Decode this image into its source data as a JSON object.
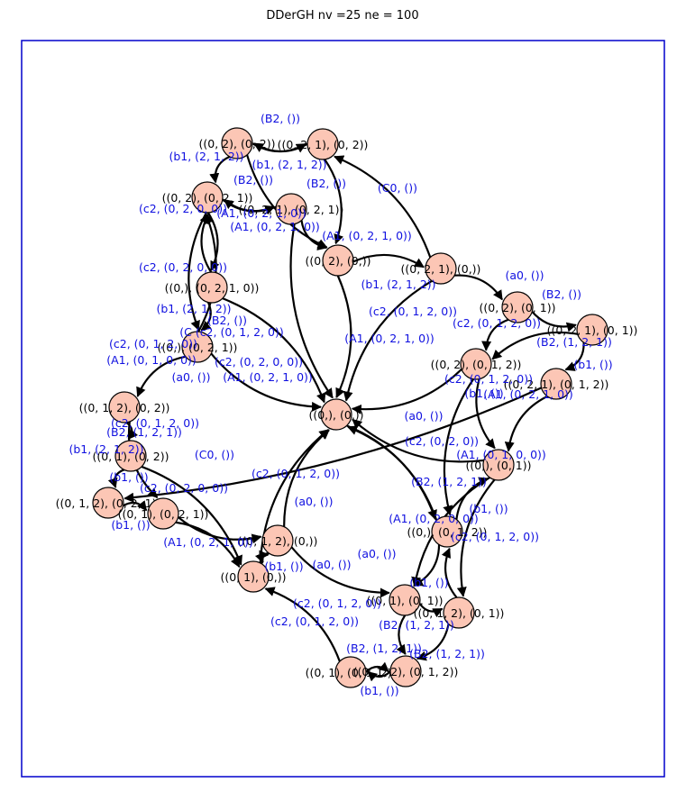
{
  "title": "DDerGH nv =25  ne = 100",
  "colors": {
    "node_fill": "#fcc6b5",
    "label_color": "#1010e0",
    "frame_color": "#0000cc",
    "edge_color": "#000000"
  },
  "nodes": [
    {
      "id": "n1",
      "label": "((0, 2), (0, 2))"
    },
    {
      "id": "n2",
      "label": "((0, 2, 1), (0, 2))"
    },
    {
      "id": "n3",
      "label": "((0, 2), (0, 2, 1))"
    },
    {
      "id": "n4",
      "label": "((0, 2, 1), (0, 2, 1))"
    },
    {
      "id": "n5",
      "label": "((0, 2), (0,))"
    },
    {
      "id": "n6",
      "label": "((0, 2, 1), (0,))"
    },
    {
      "id": "n7",
      "label": "((0,), (0, 2, 1, 0))"
    },
    {
      "id": "n8",
      "label": "((0, 2), (0, 1))"
    },
    {
      "id": "n9",
      "label": "((0, 2, 1), (0, 1))"
    },
    {
      "id": "n10",
      "label": "((0,), (0, 2, 1))"
    },
    {
      "id": "n11",
      "label": "((0, 2), (0, 1, 2))"
    },
    {
      "id": "n12",
      "label": "((0, 2, 1), (0, 1, 2))"
    },
    {
      "id": "n13",
      "label": "((0, 1, 2), (0, 2))"
    },
    {
      "id": "n14",
      "label": "((0,), (0,))"
    },
    {
      "id": "n15",
      "label": "((0, 1), (0, 2))"
    },
    {
      "id": "n16",
      "label": "((0,), (0, 1))"
    },
    {
      "id": "n17",
      "label": "((0, 1, 2), (0, 2, 1))"
    },
    {
      "id": "n18",
      "label": "((0, 1), (0, 2, 1))"
    },
    {
      "id": "n19",
      "label": "((0,), (0, 1, 2))"
    },
    {
      "id": "n20",
      "label": "((0, 1, 2), (0,))"
    },
    {
      "id": "n21",
      "label": "((0, 1), (0,))"
    },
    {
      "id": "n22",
      "label": "((0, 1), (0, 1))"
    },
    {
      "id": "n23",
      "label": "((0, 1, 2), (0, 1))"
    },
    {
      "id": "n24",
      "label": "((0, 1), (0, 1, 2))"
    },
    {
      "id": "n25",
      "label": "((0, 1, 2), (0, 1, 2))"
    }
  ],
  "edge_labels": [
    "(B2, ())",
    "(b1, (2, 1, 2))",
    "(b1, (2, 1, 2))",
    "(B2, ())",
    "(B2, ())",
    "(c2, (0, 2, 0, 0))",
    "(A1, (0, 2, 1, 0))",
    "(A1, (0, 2, 1, 0))",
    "(C0, ())",
    "(A1, (0, 2, 1, 0))",
    "(c2, (0, 2, 0, 0))",
    "(b1, (2, 1, 2))",
    "(a0, ())",
    "(b1, (2, 1, 2))",
    "(c2, (0, 1, 2, 0))",
    "(B2, ())",
    "(c2, (0, 1, 2, 0))",
    "(C (c2, (0, 1, 2, 0))",
    "(A1, (0, 2, 1, 0))",
    "(B2, ())",
    "(c2, (0, 1, 2, 0))",
    "(A1, (0, 1, 0, 0))",
    "(c2, (0, 2, 0, 0))",
    "(B2, (1, 2, 1))",
    "(b1, ())",
    "(A1, (0, 2, 1, 0))",
    "(a0, ())",
    "(A1, (0, 2, 1, 0))",
    "(c2, (0, 1, 2, 0))",
    "(b1, ())",
    "(a0, ())",
    "(c2, (0, 2, 0))",
    "(B2, (1, 2, 1))",
    "(b1, (2, 1, 2))",
    "(C0, ())",
    "(c2, (0, 1, 2, 0))",
    "(A1, (0, 1, 0, 0))",
    "(c2, (0, 2, 0, 0))",
    "(a0, ())",
    "(c2, (0, 1, 2, 0))",
    "(B2, (1, 2, 1))",
    "(A1, (0, 2, 0, 0))",
    "(b1, ())",
    "(A1, (0, 2, 1, 0))",
    "(c2, (0, 1, 2, 0))",
    "(b1, ())",
    "(a0, ())",
    "(a0, ())",
    "(b1, ())",
    "(B2, (1, 2, 1))",
    "(c2, (0, 1, 2, 0))",
    "(B2, (1, 2, 1))",
    "(c2, (0, 1, 2, 0))",
    "(b1, ())",
    "(B2, (1, 2, 1))",
    "(b1, ())",
    "(b1, ())"
  ]
}
